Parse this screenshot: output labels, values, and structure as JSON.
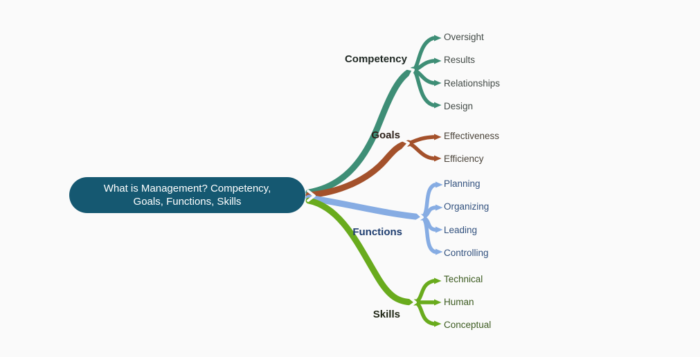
{
  "background_color": "#fafafa",
  "notch_color": "#fbfbfb",
  "root": {
    "line1": "What is Management? Competency,",
    "line2": "Goals, Functions, Skills",
    "fill": "#155871",
    "text_color": "#ffffff"
  },
  "branches": [
    {
      "label": "Competency",
      "color": "#3E8E76",
      "label_color": "#1E2722",
      "child_text_color": "#434B47",
      "children": [
        {
          "label": "Oversight"
        },
        {
          "label": "Results"
        },
        {
          "label": "Relationships"
        },
        {
          "label": "Design"
        }
      ]
    },
    {
      "label": "Goals",
      "color": "#A4512B",
      "label_color": "#2E221B",
      "child_text_color": "#4B443A",
      "children": [
        {
          "label": "Effectiveness"
        },
        {
          "label": "Efficiency"
        }
      ]
    },
    {
      "label": "Functions",
      "color": "#86ACE3",
      "label_color": "#1F3E70",
      "child_text_color": "#32517E",
      "children": [
        {
          "label": "Planning"
        },
        {
          "label": "Organizing"
        },
        {
          "label": "Leading"
        },
        {
          "label": "Controlling"
        }
      ]
    },
    {
      "label": "Skills",
      "color": "#69AB1D",
      "label_color": "#1E2514",
      "child_text_color": "#3C5B20",
      "children": [
        {
          "label": "Technical"
        },
        {
          "label": "Human"
        },
        {
          "label": "Conceptual"
        }
      ]
    }
  ]
}
